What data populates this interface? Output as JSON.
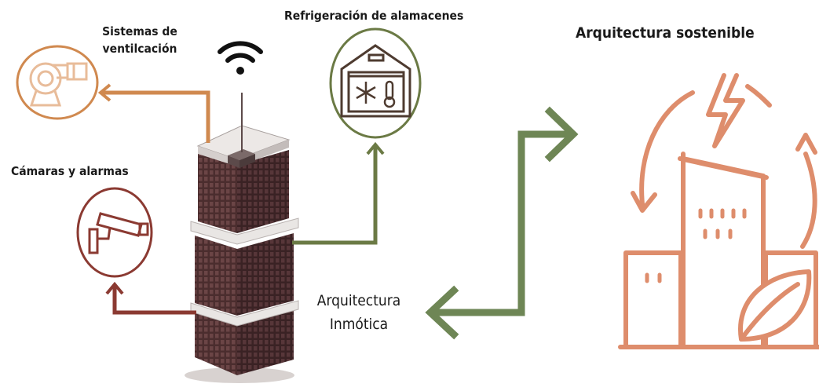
{
  "labels": {
    "ventilation_line1": "Sistemas de",
    "ventilation_line2": "ventilcación",
    "refrigeration": "Refrigeración de alamacenes",
    "sustainable": "Arquitectura sostenible",
    "cameras": "Cámaras y alarmas",
    "inmotica_line1": "Arquitectura",
    "inmotica_line2": "Inmótica"
  },
  "colors": {
    "ventilation": "#d0894f",
    "refrigeration": "#6b7a45",
    "security": "#8b3a32",
    "connector": "#6e8655",
    "sustainable": "#de8d6c",
    "building": "#4a2e2e"
  },
  "icons": [
    "wifi-icon",
    "fan-icon",
    "warehouse-icon",
    "snowflake-icon",
    "thermometer-icon",
    "camera-icon",
    "lightning-icon",
    "leaf-icon"
  ]
}
